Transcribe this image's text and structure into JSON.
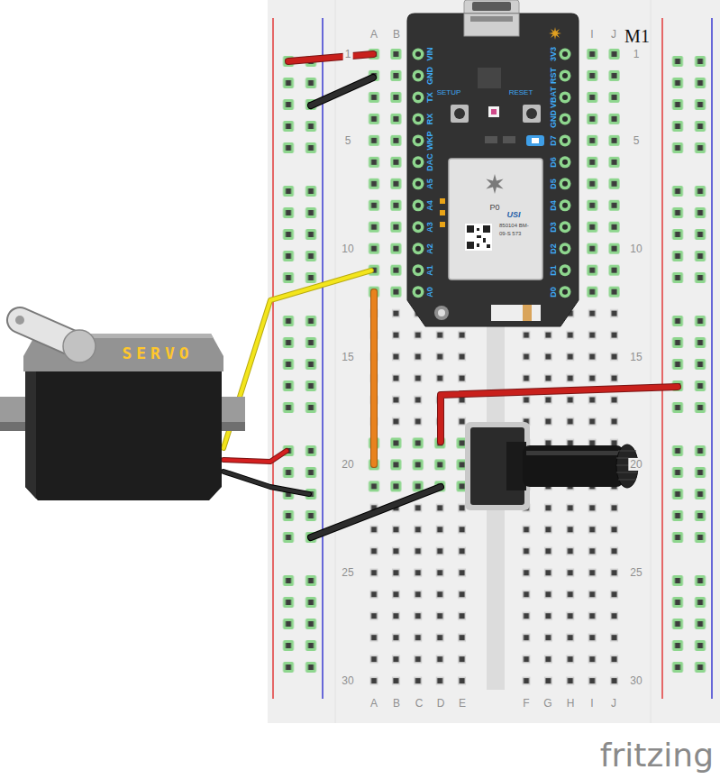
{
  "diagram": {
    "nodes": [
      {
        "text": [
          "VIN",
          "GND",
          "TX",
          "RX",
          "WKP",
          "DAC",
          "A5",
          "A4",
          "A3",
          "A2",
          "A1",
          "A0",
          "3V3",
          "RST",
          "VBAT",
          "GND",
          "D7",
          "D6",
          "D5",
          "D4",
          "D3",
          "D2",
          "D1",
          "D0",
          "SETUP",
          "RESET"
        ]
      },
      {
        "text": [
          "P0",
          "USI",
          "850104 BM-09-S 573"
        ],
        "in": 0
      },
      {
        "text": [
          "SERVO"
        ]
      }
    ],
    "labels": [
      "A",
      "B",
      "I",
      "J",
      "A",
      "B",
      "C",
      "D",
      "E",
      "F",
      "G",
      "H",
      "I",
      "J",
      "1",
      "5",
      "10",
      "15",
      "20",
      "25",
      "30",
      "1",
      "5",
      "10",
      "15",
      "20",
      "25",
      "30",
      "M1",
      "fritzing"
    ]
  }
}
